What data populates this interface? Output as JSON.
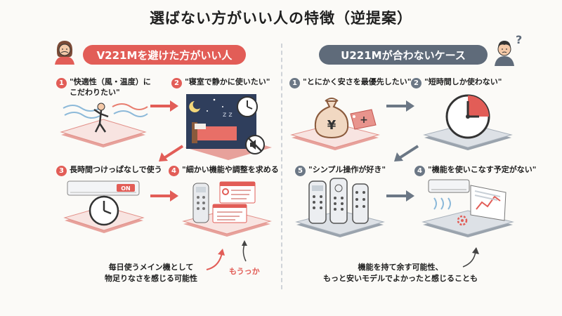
{
  "title": "選ばない方がいい人の特徴（逆提案）",
  "left": {
    "header": "V221Mを避けた方がいい人",
    "steps": [
      {
        "num": "1",
        "text": "\"快適性（風・温度）に\nこだわりたい\""
      },
      {
        "num": "2",
        "text": "\"寝室で静かに使いたい\""
      },
      {
        "num": "3",
        "text": "長時間つけっぱなしで使う"
      },
      {
        "num": "4",
        "text": "\"細かい機能や調整を求める"
      }
    ],
    "on_label": "ON",
    "note": "毎日使うメイン機として\n物足りなさを感じる可能性",
    "aside": "もうっか"
  },
  "right": {
    "header": "U221Mが合わないケース",
    "steps": [
      {
        "num": "1",
        "text": "\"とにかく安さを最優先したい\""
      },
      {
        "num": "2",
        "text": "\"短時間しか使わない\""
      },
      {
        "num": "5",
        "text": "\"シンプル操作が好き\""
      },
      {
        "num": "4",
        "text": "\"機能を使いこなす予定がない\""
      }
    ],
    "yen": "¥",
    "plus": "+",
    "question": "?",
    "note": "機能を持て余す可能性、\nもっと安いモデルでよかったと感じることも"
  },
  "colors": {
    "accent_red": "#e25d57",
    "accent_gray": "#5f6b7a"
  }
}
